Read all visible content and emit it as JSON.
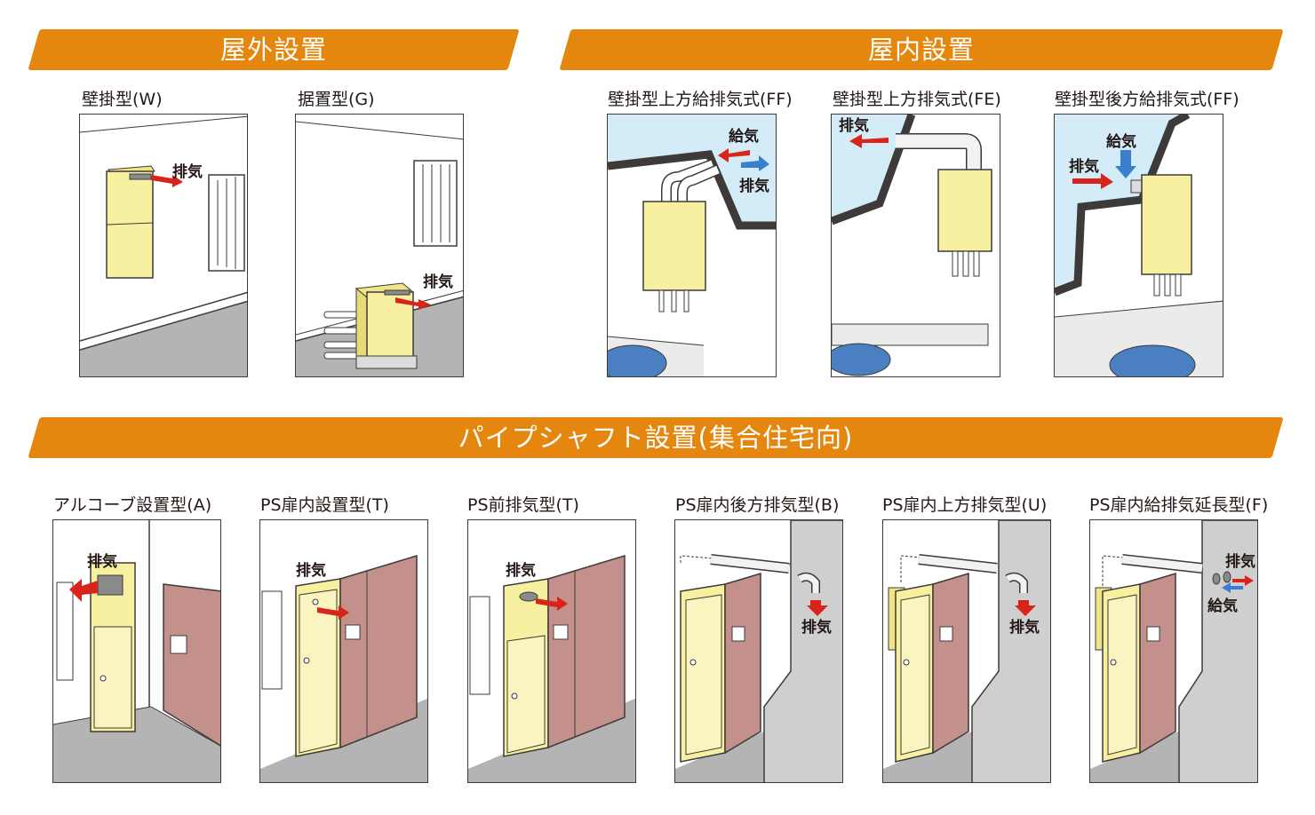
{
  "sections": {
    "outdoor": "屋外設置",
    "indoor": "屋内設置",
    "pipe_shaft": "パイプシャフト設置(集合住宅向)"
  },
  "outdoor_types": [
    {
      "caption": "壁掛型(W)",
      "labels": [
        "排気"
      ]
    },
    {
      "caption": "据置型(G)",
      "labels": [
        "排気"
      ]
    }
  ],
  "indoor_types": [
    {
      "caption": "壁掛型上方給排気式(FF)",
      "labels": [
        "給気",
        "排気"
      ]
    },
    {
      "caption": "壁掛型上方排気式(FE)",
      "labels": [
        "排気"
      ]
    },
    {
      "caption": "壁掛型後方給排気式(FF)",
      "labels": [
        "給気",
        "排気"
      ]
    }
  ],
  "ps_types": [
    {
      "caption": "アルコーブ設置型(A)",
      "labels": [
        "排気"
      ]
    },
    {
      "caption": "PS扉内設置型(T)",
      "labels": [
        "排気"
      ]
    },
    {
      "caption": "PS前排気型(T)",
      "labels": [
        "排気"
      ]
    },
    {
      "caption": "PS扉内後方排気型(B)",
      "labels": [
        "排気"
      ]
    },
    {
      "caption": "PS扉内上方排気型(U)",
      "labels": [
        "排気"
      ]
    },
    {
      "caption": "PS扉内給排気延長型(F)",
      "labels": [
        "排気",
        "給気"
      ]
    }
  ],
  "colors": {
    "banner": "#e5860f",
    "heater": "#f7f0a0",
    "door_red": "#c4908b",
    "exhaust_arrow": "#d9241b",
    "intake_arrow": "#3a7fcf",
    "sky": "#d4ecf8",
    "floor": "#b5b4b4",
    "sink": "#4a7fc1"
  }
}
